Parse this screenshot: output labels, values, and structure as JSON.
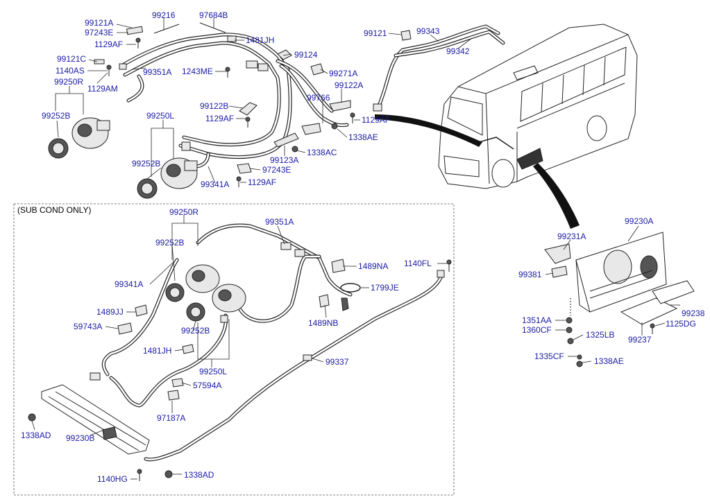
{
  "section_note": "(SUB COND  ONLY)",
  "labels": [
    {
      "id": "l1",
      "text": "99121A"
    },
    {
      "id": "l2",
      "text": "97243E"
    },
    {
      "id": "l3",
      "text": "1129AF"
    },
    {
      "id": "l4",
      "text": "99216"
    },
    {
      "id": "l5",
      "text": "97684B"
    },
    {
      "id": "l6",
      "text": "1481JH"
    },
    {
      "id": "l7",
      "text": "99121C"
    },
    {
      "id": "l8",
      "text": "1140AS"
    },
    {
      "id": "l9",
      "text": "99250R"
    },
    {
      "id": "l10",
      "text": "1129AM"
    },
    {
      "id": "l11",
      "text": "99351A"
    },
    {
      "id": "l12",
      "text": "1243ME"
    },
    {
      "id": "l13",
      "text": "99124"
    },
    {
      "id": "l14",
      "text": "99271A"
    },
    {
      "id": "l15",
      "text": "99122A"
    },
    {
      "id": "l16",
      "text": "99252B"
    },
    {
      "id": "l17",
      "text": "99122B"
    },
    {
      "id": "l18",
      "text": "99766"
    },
    {
      "id": "l19",
      "text": "1129AF"
    },
    {
      "id": "l20",
      "text": "1129AF"
    },
    {
      "id": "l21",
      "text": "99250L"
    },
    {
      "id": "l22",
      "text": "1338AE"
    },
    {
      "id": "l23",
      "text": "1338AC"
    },
    {
      "id": "l24",
      "text": "99123A"
    },
    {
      "id": "l25",
      "text": "99252B"
    },
    {
      "id": "l26",
      "text": "97243E"
    },
    {
      "id": "l27",
      "text": "99341A"
    },
    {
      "id": "l28",
      "text": "1129AF"
    },
    {
      "id": "l29",
      "text": "99121"
    },
    {
      "id": "l30",
      "text": "99343"
    },
    {
      "id": "l31",
      "text": "99342"
    },
    {
      "id": "l32",
      "text": "99250R"
    },
    {
      "id": "l33",
      "text": "99351A"
    },
    {
      "id": "l34",
      "text": "99252B"
    },
    {
      "id": "l35",
      "text": "1489NA"
    },
    {
      "id": "l36",
      "text": "1140FL"
    },
    {
      "id": "l37",
      "text": "99341A"
    },
    {
      "id": "l38",
      "text": "1799JE"
    },
    {
      "id": "l39",
      "text": "1489JJ"
    },
    {
      "id": "l40",
      "text": "1489NB"
    },
    {
      "id": "l41",
      "text": "59743A"
    },
    {
      "id": "l42",
      "text": "99252B"
    },
    {
      "id": "l43",
      "text": "1481JH"
    },
    {
      "id": "l44",
      "text": "99337"
    },
    {
      "id": "l45",
      "text": "99250L"
    },
    {
      "id": "l46",
      "text": "57594A"
    },
    {
      "id": "l47",
      "text": "97187A"
    },
    {
      "id": "l48",
      "text": "1338AD"
    },
    {
      "id": "l49",
      "text": "99230B"
    },
    {
      "id": "l50",
      "text": "1140HG"
    },
    {
      "id": "l51",
      "text": "1338AD"
    },
    {
      "id": "l52",
      "text": "99231A"
    },
    {
      "id": "l53",
      "text": "99230A"
    },
    {
      "id": "l54",
      "text": "99381"
    },
    {
      "id": "l55",
      "text": "1351AA"
    },
    {
      "id": "l56",
      "text": "1360CF"
    },
    {
      "id": "l57",
      "text": "1325LB"
    },
    {
      "id": "l58",
      "text": "99238"
    },
    {
      "id": "l59",
      "text": "1125DG"
    },
    {
      "id": "l60",
      "text": "99237"
    },
    {
      "id": "l61",
      "text": "1335CF"
    },
    {
      "id": "l62",
      "text": "1338AE"
    }
  ],
  "colors": {
    "label": "#1a1aa6",
    "line": "#222222"
  }
}
